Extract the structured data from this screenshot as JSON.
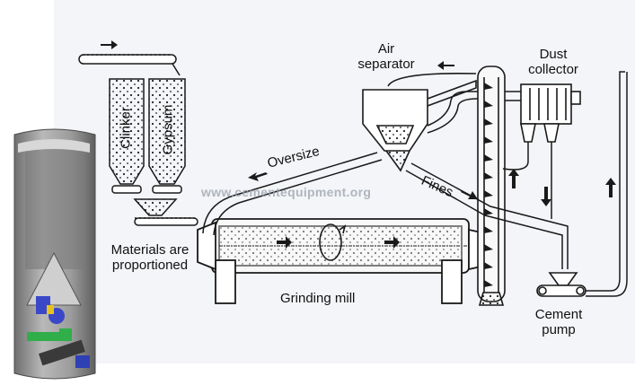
{
  "labels": {
    "clinker": "Clinker",
    "gypsum": "Gypsum",
    "materials_line1": "Materials are",
    "materials_line2": "proportioned",
    "oversize": "Oversize",
    "air_line1": "Air",
    "air_line2": "separator",
    "dust_line1": "Dust",
    "dust_line2": "collector",
    "fines": "Fines",
    "grinding_mill": "Grinding mill",
    "cement_line1": "Cement",
    "cement_line2": "pump"
  },
  "watermark": "www.cementequipment.org",
  "colors": {
    "line": "#1a1a1a",
    "paper": "#f3f5f8",
    "silo_shell": "#8f8f8f",
    "silo_blue": "#3a48c8",
    "silo_green": "#2fae4a",
    "silo_yellow": "#e6c21f"
  }
}
